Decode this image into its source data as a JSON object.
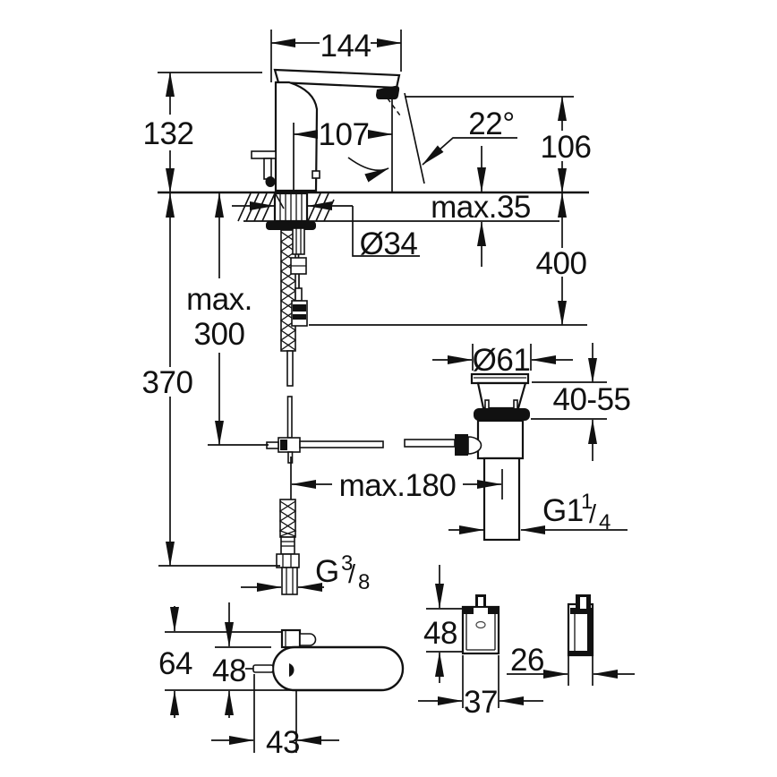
{
  "colors": {
    "line": "#111111",
    "background": "#ffffff"
  },
  "dims": {
    "spout_projection": "144",
    "body_height": "132",
    "spout_reach": "107",
    "detection_angle": "22°",
    "outlet_height": "106",
    "deck_thickness": "max.35",
    "hole_diameter": "Ø34",
    "supply_length": "400",
    "install_depth_line1": "max.",
    "install_depth_line2": "300",
    "hose_length": "370",
    "waste_flange_diameter": "Ø61",
    "waste_deck_range": "40-55",
    "rod_reach": "max.180",
    "waste_thread": {
      "prefix": "G1",
      "sup": "1",
      "slash": "/",
      "sub": "4"
    },
    "supply_thread": {
      "prefix": "G",
      "sup": "3",
      "slash": "/",
      "sub": "8"
    },
    "control_total_height": "64",
    "control_body_height": "48",
    "control_depth": "43",
    "psu_height": "48",
    "psu_width": "37",
    "psu_depth": "26"
  }
}
